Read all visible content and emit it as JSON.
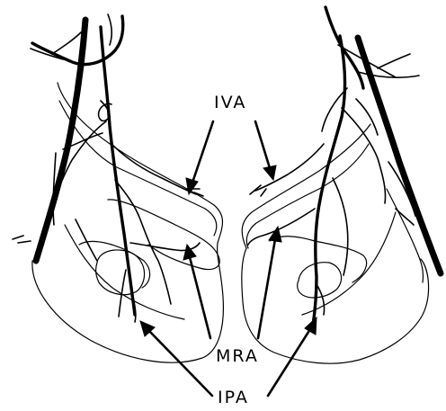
{
  "labels": {
    "iva": "IVA",
    "mra": "MRA",
    "ipa": "IPA"
  },
  "colors": {
    "ink": "#000000",
    "background": "#ffffff"
  }
}
